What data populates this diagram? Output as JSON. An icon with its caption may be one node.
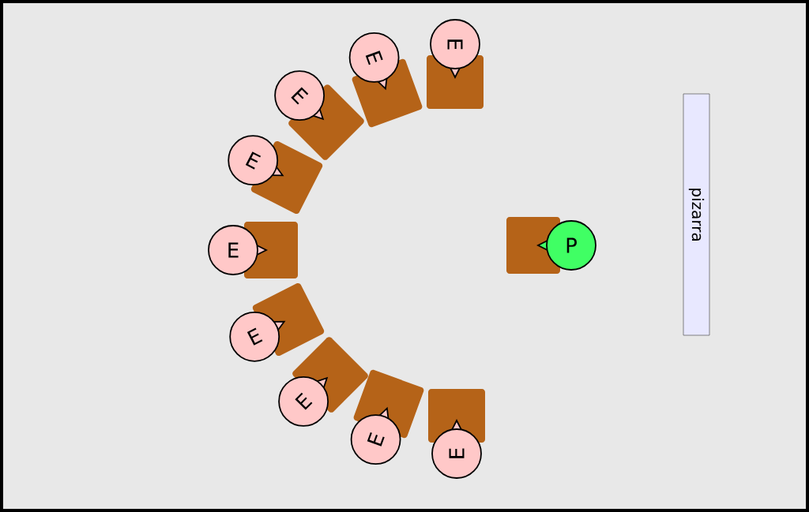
{
  "diagram": {
    "nodes": [
      {
        "text": [],
        "shape": "box"
      },
      {
        "text": [
          "E"
        ]
      },
      {
        "text": [],
        "shape": "box"
      },
      {
        "text": [
          "E"
        ]
      },
      {
        "text": [],
        "shape": "box"
      },
      {
        "text": [
          "E"
        ]
      },
      {
        "text": [],
        "shape": "box"
      },
      {
        "text": [
          "E"
        ]
      },
      {
        "text": [],
        "shape": "box"
      },
      {
        "text": [
          "E"
        ]
      },
      {
        "text": [],
        "shape": "box"
      },
      {
        "text": [
          "E"
        ]
      },
      {
        "text": [],
        "shape": "box"
      },
      {
        "text": [
          "E"
        ]
      },
      {
        "text": [],
        "shape": "box"
      },
      {
        "text": [
          "E"
        ]
      },
      {
        "text": [],
        "shape": "box"
      },
      {
        "text": [
          "E"
        ]
      },
      {
        "text": [],
        "shape": "box"
      },
      {
        "text": [
          "P"
        ]
      },
      {
        "text": [
          "pizarra"
        ]
      }
    ]
  }
}
